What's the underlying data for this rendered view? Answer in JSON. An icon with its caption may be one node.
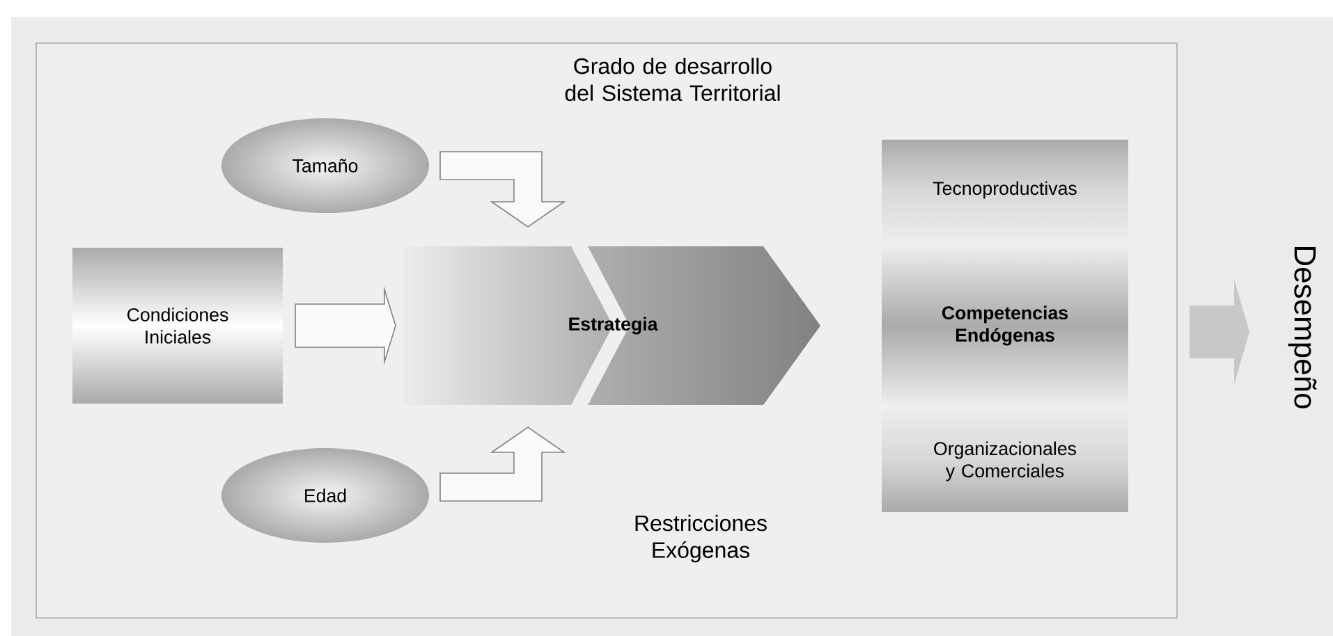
{
  "diagram": {
    "nodes": [
      {
        "text": [],
        "shape": "box"
      },
      {
        "text": [
          "Condiciones Iniciales"
        ],
        "in": 0
      },
      {
        "text": [
          "Tamaño"
        ],
        "in": 0
      },
      {
        "text": [
          "Edad"
        ],
        "in": 0
      },
      {
        "text": [
          "Estrategia"
        ],
        "in": 0
      },
      {
        "text": [
          "Tecnoproductivas"
        ],
        "in": 0
      },
      {
        "text": [
          "Competencias Endógenas"
        ],
        "in": 0
      },
      {
        "text": [
          "Organizacionales y Comerciales"
        ],
        "in": 0
      },
      {
        "text": [
          "Desempeño"
        ]
      }
    ],
    "edges": [
      {
        "from": 1,
        "to": 4,
        "arrow": "to"
      },
      {
        "from": 2,
        "to": 4,
        "arrow": "to"
      },
      {
        "from": 3,
        "to": 4,
        "arrow": "to"
      },
      {
        "from": 0,
        "to": 8,
        "arrow": "to"
      }
    ],
    "labels": [
      "Grado de desarrollo del Sistema Territorial",
      "Restricciones Exógenas"
    ]
  }
}
